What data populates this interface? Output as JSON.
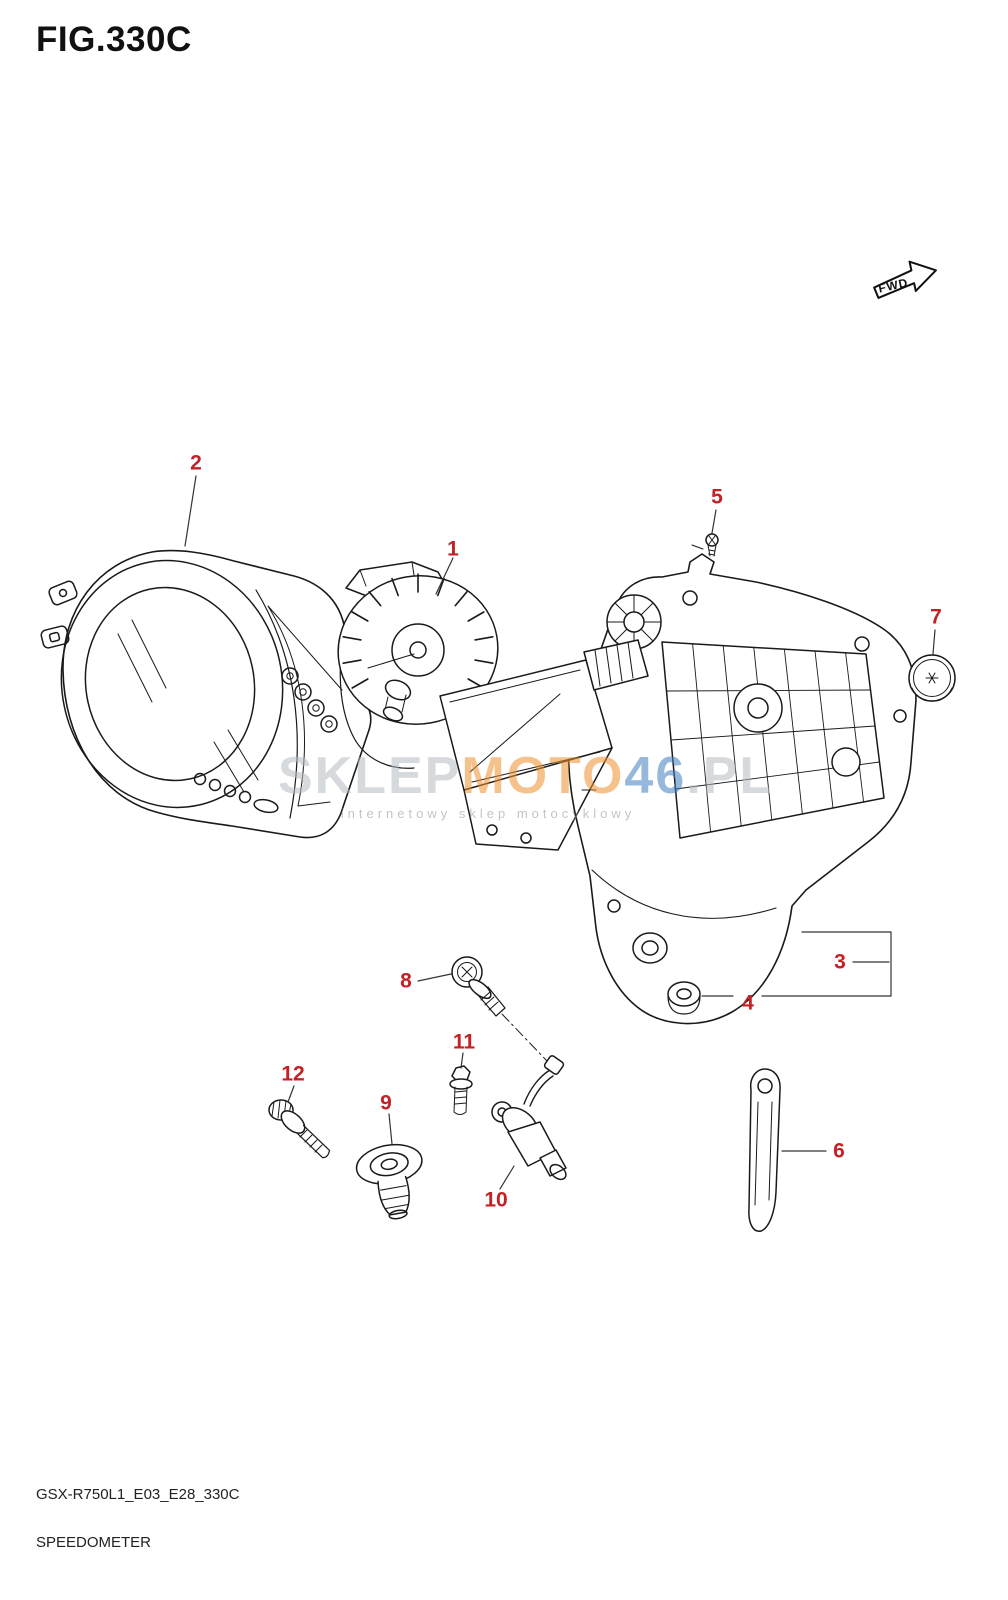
{
  "header": {
    "title": "FIG.330C"
  },
  "fwd": {
    "label": "FWD"
  },
  "watermark": {
    "part1": "SKLEP",
    "part2": "MOTO",
    "part3": "46",
    "part4": ".PL",
    "subtext": "internetowy sklep motocyklowy"
  },
  "footer": {
    "code": "GSX-R750L1_E03_E28_330C",
    "title": "SPEEDOMETER"
  },
  "callouts": [
    {
      "number": "1"
    },
    {
      "number": "2"
    },
    {
      "number": "3"
    },
    {
      "number": "4"
    },
    {
      "number": "5"
    },
    {
      "number": "6"
    },
    {
      "number": "7"
    },
    {
      "number": "8"
    },
    {
      "number": "9"
    },
    {
      "number": "10"
    },
    {
      "number": "11"
    },
    {
      "number": "12"
    }
  ],
  "colors": {
    "callout": "#c22126",
    "line": "#1a1a1a",
    "watermark_orange": "#f0922d",
    "watermark_blue": "#3f7fc1",
    "watermark_gray": "#b7bcc2"
  }
}
